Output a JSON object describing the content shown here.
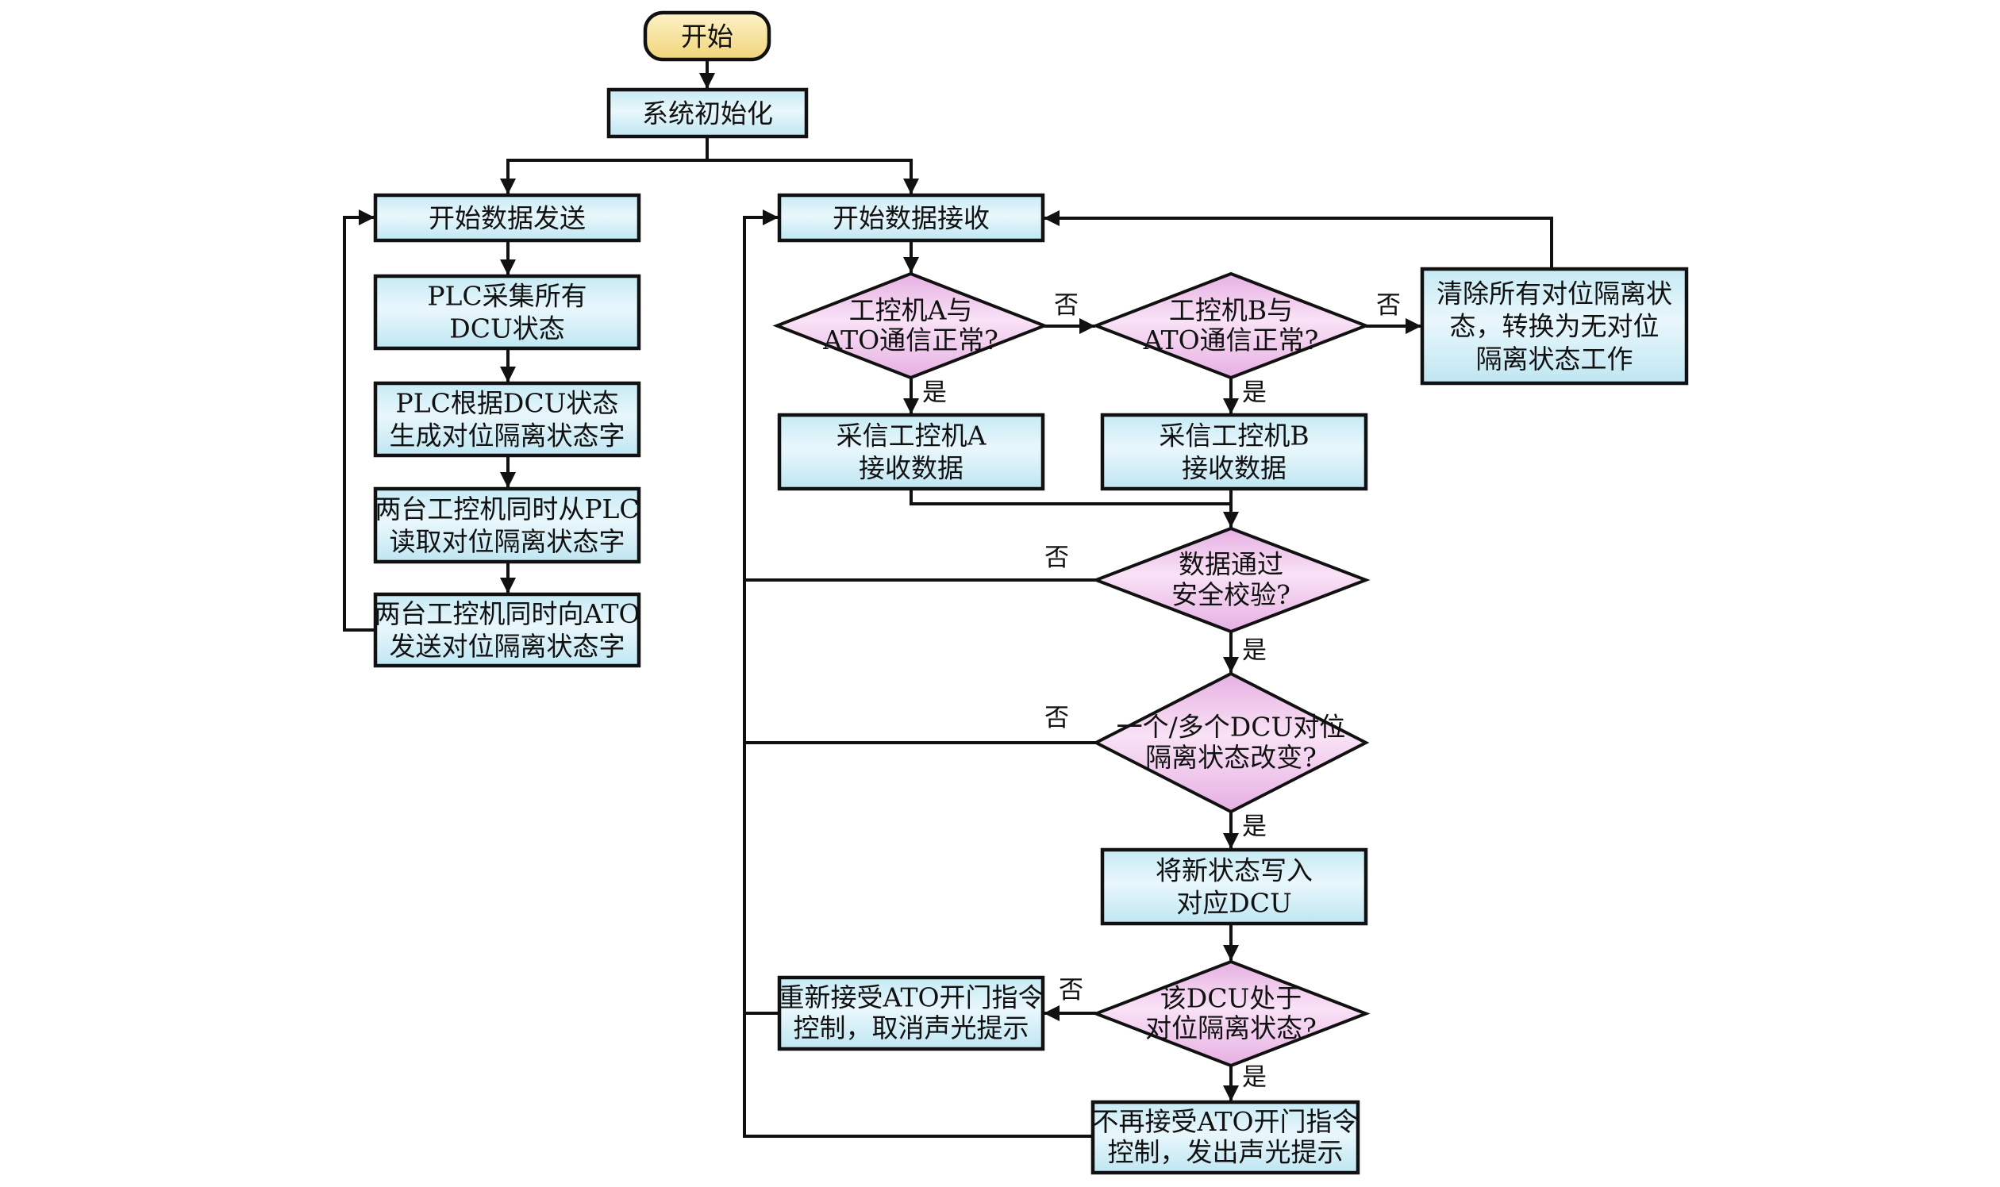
{
  "diagram": {
    "type": "flowchart",
    "colors": {
      "process_fill_top": "#c6eaf4",
      "process_fill_mid": "#e9f7fc",
      "decision_fill_top": "#eab8e6",
      "decision_fill_mid": "#f9e2f6",
      "terminal_fill_top": "#fbeeb5",
      "terminal_fill_bottom": "#f2d77f",
      "stroke": "#111111"
    },
    "nodes": {
      "start": {
        "shape": "terminal",
        "lines": [
          "开始"
        ]
      },
      "init": {
        "shape": "process",
        "lines": [
          "系统初始化"
        ]
      },
      "send_start": {
        "shape": "process",
        "lines": [
          "开始数据发送"
        ]
      },
      "plc_collect": {
        "shape": "process",
        "lines": [
          "PLC采集所有",
          "DCU状态"
        ]
      },
      "plc_generate": {
        "shape": "process",
        "lines": [
          "PLC根据DCU状态",
          "生成对位隔离状态字"
        ]
      },
      "ipc_read": {
        "shape": "process",
        "lines": [
          "两台工控机同时从PLC",
          "读取对位隔离状态字"
        ]
      },
      "ipc_send": {
        "shape": "process",
        "lines": [
          "两台工控机同时向ATO",
          "发送对位隔离状态字"
        ]
      },
      "recv_start": {
        "shape": "process",
        "lines": [
          "开始数据接收"
        ]
      },
      "ipc_a_ok": {
        "shape": "decision",
        "lines": [
          "工控机A与",
          "ATO通信正常?"
        ]
      },
      "ipc_b_ok": {
        "shape": "decision",
        "lines": [
          "工控机B与",
          "ATO通信正常?"
        ]
      },
      "clear_all": {
        "shape": "process",
        "lines": [
          "清除所有对位隔离状",
          "态，转换为无对位",
          "隔离状态工作"
        ]
      },
      "use_a": {
        "shape": "process",
        "lines": [
          "采信工控机A",
          "接收数据"
        ]
      },
      "use_b": {
        "shape": "process",
        "lines": [
          "采信工控机B",
          "接收数据"
        ]
      },
      "safety_check": {
        "shape": "decision",
        "lines": [
          "数据通过",
          "安全校验?"
        ]
      },
      "state_changed": {
        "shape": "decision",
        "lines": [
          "一个/多个DCU对位",
          "隔离状态改变?"
        ]
      },
      "write_dcu": {
        "shape": "process",
        "lines": [
          "将新状态写入",
          "对应DCU"
        ]
      },
      "dcu_isolated": {
        "shape": "decision",
        "lines": [
          "该DCU处于",
          "对位隔离状态?"
        ]
      },
      "reaccept": {
        "shape": "process",
        "lines": [
          "重新接受ATO开门指令",
          "控制，取消声光提示"
        ]
      },
      "reject": {
        "shape": "process",
        "lines": [
          "不再接受ATO开门指令",
          "控制，发出声光提示"
        ]
      }
    },
    "edge_labels": {
      "yes": "是",
      "no": "否"
    },
    "edges": [
      {
        "from": "start",
        "to": "init"
      },
      {
        "from": "init",
        "to": "send_start"
      },
      {
        "from": "init",
        "to": "recv_start"
      },
      {
        "from": "send_start",
        "to": "plc_collect"
      },
      {
        "from": "plc_collect",
        "to": "plc_generate"
      },
      {
        "from": "plc_generate",
        "to": "ipc_read"
      },
      {
        "from": "ipc_read",
        "to": "ipc_send"
      },
      {
        "from": "ipc_send",
        "to": "send_start",
        "note": "loop"
      },
      {
        "from": "recv_start",
        "to": "ipc_a_ok"
      },
      {
        "from": "ipc_a_ok",
        "to": "use_a",
        "label": "是"
      },
      {
        "from": "ipc_a_ok",
        "to": "ipc_b_ok",
        "label": "否"
      },
      {
        "from": "ipc_b_ok",
        "to": "use_b",
        "label": "是"
      },
      {
        "from": "ipc_b_ok",
        "to": "clear_all",
        "label": "否"
      },
      {
        "from": "clear_all",
        "to": "recv_start"
      },
      {
        "from": "use_a",
        "to": "safety_check"
      },
      {
        "from": "use_b",
        "to": "safety_check"
      },
      {
        "from": "safety_check",
        "to": "state_changed",
        "label": "是"
      },
      {
        "from": "safety_check",
        "to": "recv_start",
        "label": "否"
      },
      {
        "from": "state_changed",
        "to": "write_dcu",
        "label": "是"
      },
      {
        "from": "state_changed",
        "to": "recv_start",
        "label": "否"
      },
      {
        "from": "write_dcu",
        "to": "dcu_isolated"
      },
      {
        "from": "dcu_isolated",
        "to": "reject",
        "label": "是"
      },
      {
        "from": "dcu_isolated",
        "to": "reaccept",
        "label": "否"
      },
      {
        "from": "reaccept",
        "to": "recv_start"
      },
      {
        "from": "reject",
        "to": "recv_start"
      }
    ]
  }
}
